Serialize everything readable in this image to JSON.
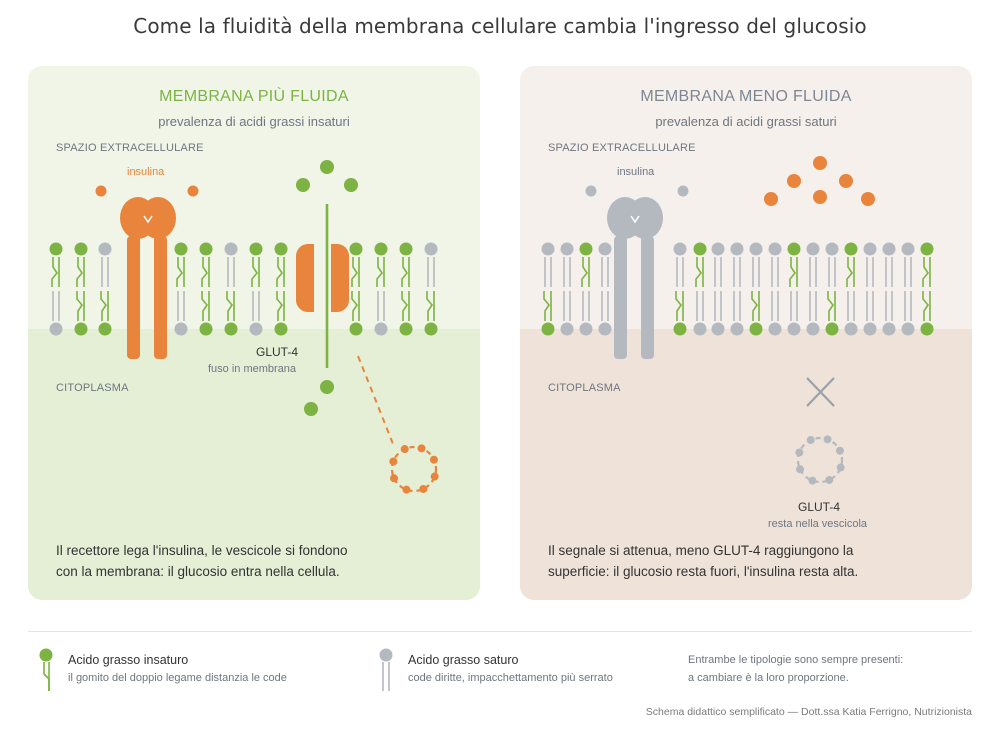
{
  "title": "Come la fluidità della membrana cellulare cambia l'ingresso del glucosio",
  "colors": {
    "green": "#7cb342",
    "orange": "#e8843c",
    "grey": "#b4b9bf",
    "left_bg_top": "#f0f5e8",
    "left_bg_bottom": "#e4efd6",
    "right_bg_top": "#f6f0ec",
    "right_bg_bottom": "#efe3d9"
  },
  "left_panel": {
    "title": "MEMBRANA PIÙ FLUIDA",
    "subtitle": "prevalenza di acidi grassi insaturi",
    "zone_top": "SPAZIO EXTRACELLULARE",
    "zone_bottom": "CITOPLASMA",
    "hormone_label": "insulina",
    "glut_label": "GLUT-4",
    "glut_sub": "fuso in membrana",
    "description_line1": "Il recettore lega l'insulina, le vescicole si fondono",
    "description_line2": "con la membrana: il glucosio entra nella cellula."
  },
  "right_panel": {
    "title": "MEMBRANA MENO FLUIDA",
    "subtitle": "prevalenza di acidi grassi saturi",
    "zone_top": "SPAZIO EXTRACELLULARE",
    "zone_bottom": "CITOPLASMA",
    "hormone_label": "insulina",
    "glut_label": "GLUT-4",
    "glut_sub": "resta nella vescicola",
    "description_line1": "Il segnale si attenua, meno GLUT-4 raggiungono la",
    "description_line2": "superficie: il glucosio resta fuori, l'insulina resta alta."
  },
  "legend": {
    "unsaturated_title": "Acido grasso insaturo",
    "unsaturated_sub": "il gomito del doppio legame distanzia le code",
    "saturated_title": "Acido grasso saturo",
    "saturated_sub": "code diritte, impacchettamento più serrato",
    "note_line1": "Entrambe le tipologie sono sempre presenti:",
    "note_line2": "a cambiare è la loro proporzione."
  },
  "credit": "Schema didattico semplificato — Dott.ssa Katia Ferrigno, Nutrizionista"
}
